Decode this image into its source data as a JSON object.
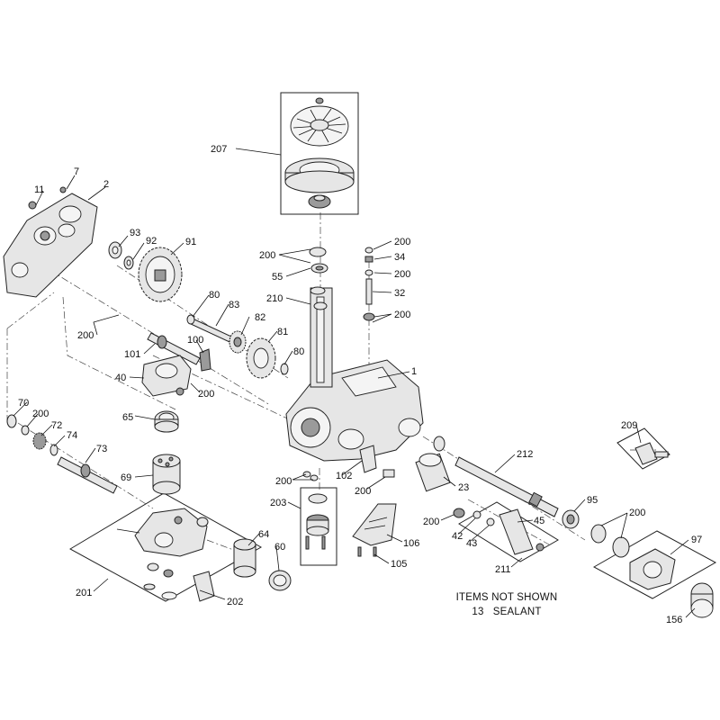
{
  "diagram": {
    "callouts": {
      "c207": "207",
      "c7": "7",
      "c2": "2",
      "c11": "11",
      "c93": "93",
      "c92": "92",
      "c91": "91",
      "c200_ring_a": "200",
      "c55": "55",
      "c210": "210",
      "c200_right_a": "200",
      "c34": "34",
      "c200_right_b": "200",
      "c32": "32",
      "c200_right_c": "200",
      "c80_top": "80",
      "c83": "83",
      "c82": "82",
      "c81": "81",
      "c80_mid": "80",
      "c200_left": "200",
      "c101": "101",
      "c100": "100",
      "c1": "1",
      "c40": "40",
      "c200_body": "200",
      "c65": "65",
      "c70": "70",
      "c200_shaft": "200",
      "c72": "72",
      "c74": "74",
      "c73": "73",
      "c209": "209",
      "c212": "212",
      "c69": "69",
      "c200_seal": "200",
      "c102": "102",
      "c200_bracket": "200",
      "c23": "23",
      "c203": "203",
      "c95": "95",
      "c200_hub": "200",
      "c200_nut": "200",
      "c45": "45",
      "c42": "42",
      "c43": "43",
      "c106": "106",
      "c97": "97",
      "c64": "64",
      "c60": "60",
      "c105": "105",
      "c211": "211",
      "c201": "201",
      "c202": "202",
      "c156": "156"
    },
    "notes": {
      "heading": "ITEMS NOT SHOWN",
      "item": "13   SEALANT"
    }
  }
}
